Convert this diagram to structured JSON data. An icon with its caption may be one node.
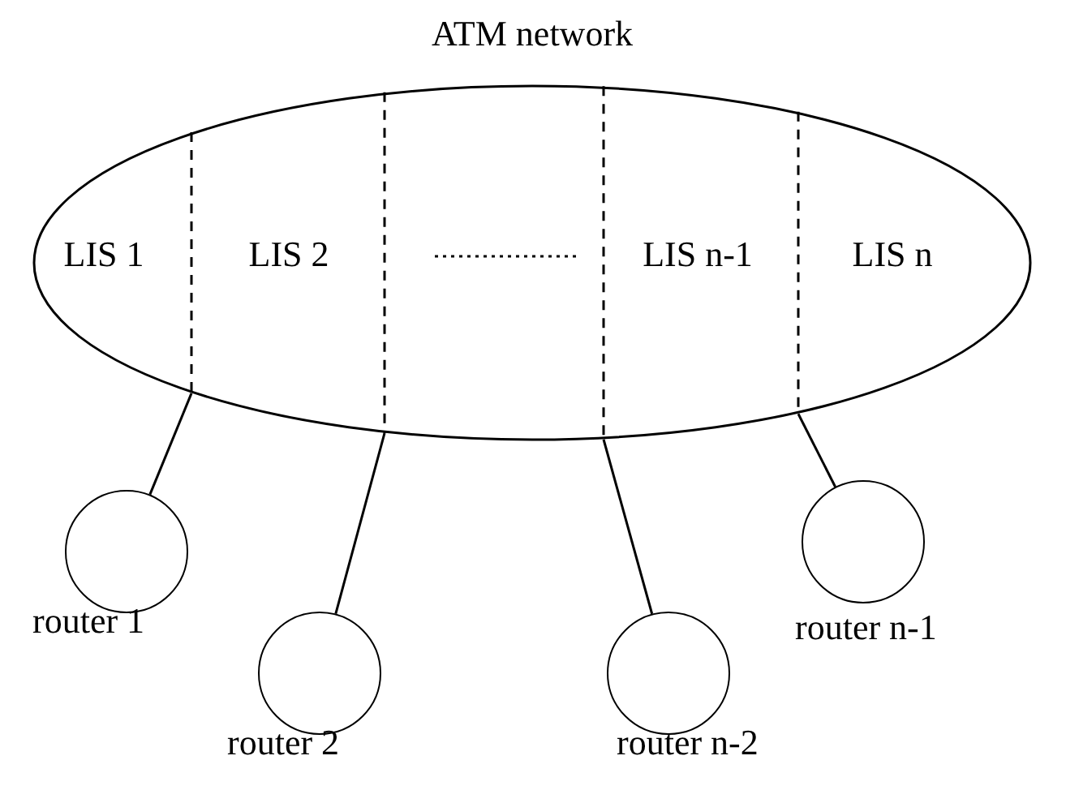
{
  "diagram": {
    "nodes": [
      {
        "text": [
          "ATM network"
        ]
      },
      {
        "text": [
          "router 1"
        ]
      },
      {
        "text": [
          "router 2"
        ]
      },
      {
        "text": [
          "router n-2"
        ]
      },
      {
        "text": [
          "router n-1"
        ]
      }
    ],
    "edges": [
      {
        "from": 0,
        "to": 1,
        "arrow": "none"
      },
      {
        "from": 0,
        "to": 2,
        "arrow": "none"
      },
      {
        "from": 0,
        "to": 3,
        "arrow": "none"
      },
      {
        "from": 0,
        "to": 4,
        "arrow": "none"
      }
    ],
    "labels": [
      "LIS 1",
      "LIS 2",
      "LIS n-1",
      "LIS n"
    ]
  }
}
